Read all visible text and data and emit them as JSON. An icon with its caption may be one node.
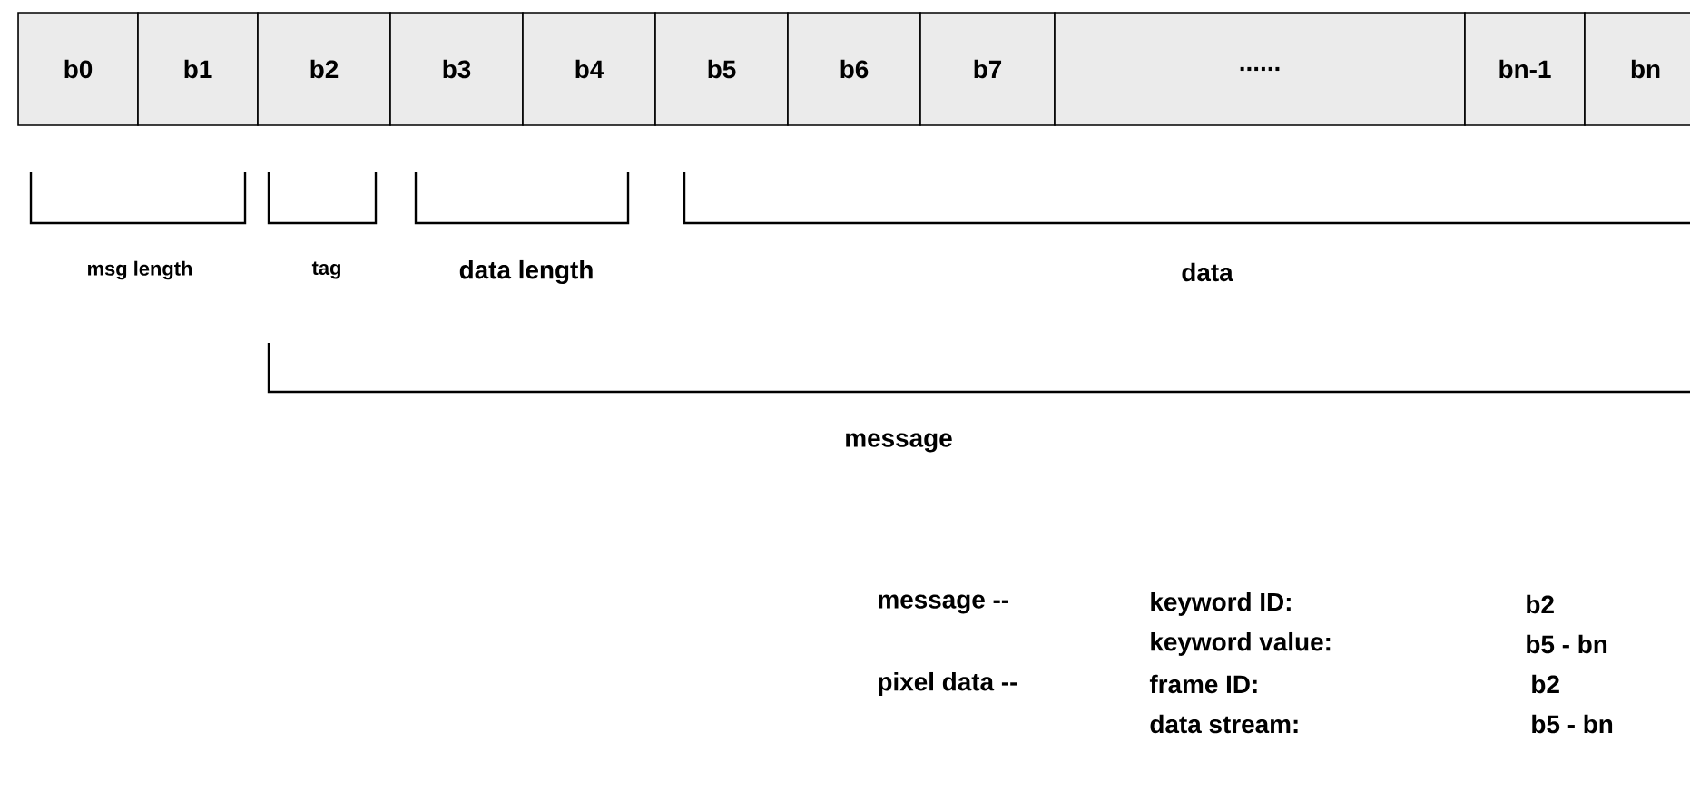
{
  "diagram": {
    "nodes": [
      {
        "text": [
          "b0"
        ]
      },
      {
        "text": [
          "b1"
        ]
      },
      {
        "text": [
          "b2"
        ]
      },
      {
        "text": [
          "b3"
        ]
      },
      {
        "text": [
          "b4"
        ]
      },
      {
        "text": [
          "b5"
        ]
      },
      {
        "text": [
          "b6"
        ]
      },
      {
        "text": [
          "b7"
        ]
      },
      {
        "text": [
          "......"
        ]
      },
      {
        "text": [
          "bn-1"
        ]
      },
      {
        "text": [
          "bn"
        ]
      }
    ],
    "labels": [
      "msg length",
      "tag",
      "data length",
      "data",
      "message",
      "message --",
      "keyword ID:",
      "b2",
      "keyword value:",
      "b5 - bn",
      "pixel data --",
      "frame ID:",
      "b2",
      "data stream:",
      "b5 - bn"
    ]
  }
}
